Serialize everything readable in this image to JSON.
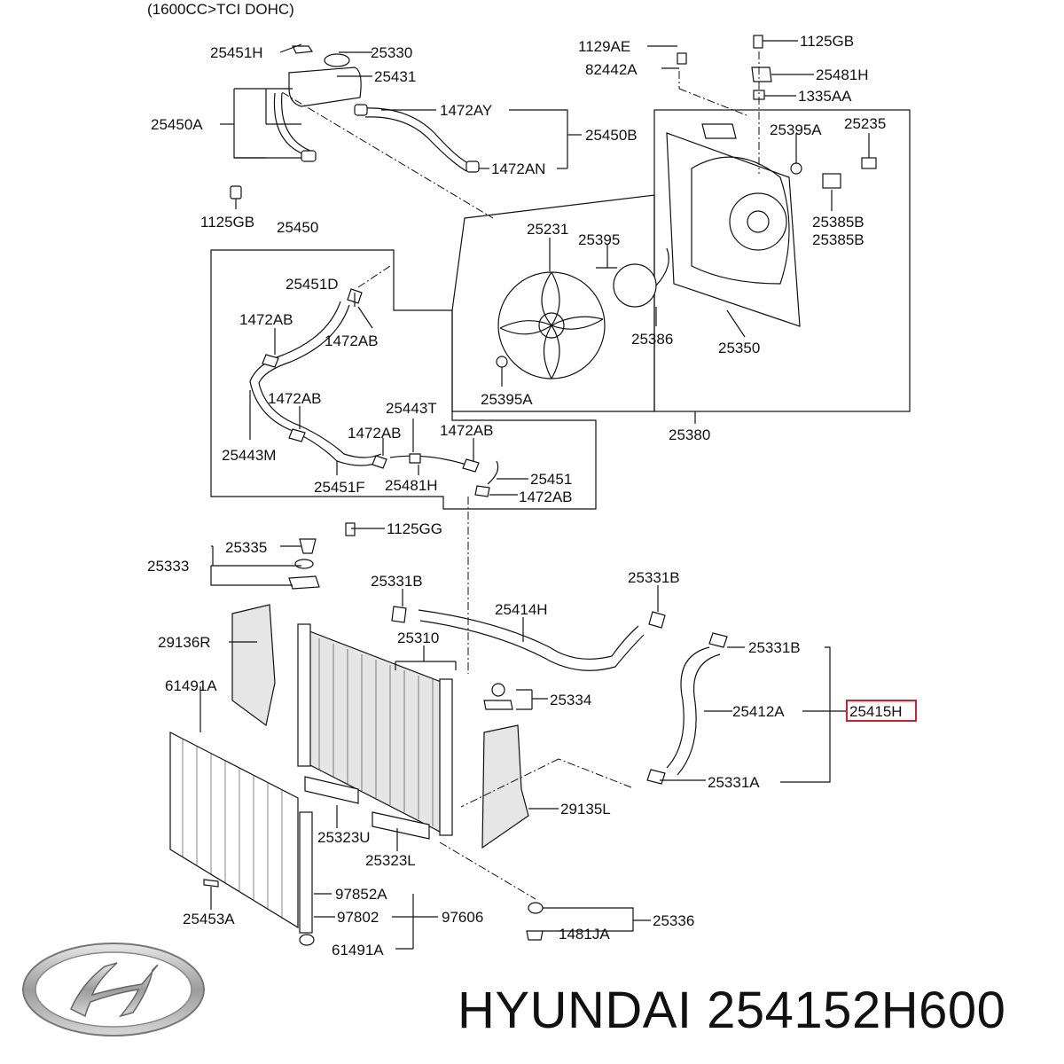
{
  "diagram": {
    "header": "(1600CC>TCI DOHC)",
    "highlighted_part": "25415H",
    "highlight_color": "#d21f2b",
    "labels": [
      "25451H",
      "25330",
      "25431",
      "25450A",
      "1472AY",
      "25450B",
      "1472AN",
      "1125GB",
      "1129AE",
      "1125GB",
      "82442A",
      "25481H",
      "1335AA",
      "25395A",
      "25235",
      "25385B",
      "25385B",
      "25450",
      "25231",
      "25395",
      "25451D",
      "1472AB",
      "1472AB",
      "25386",
      "25350",
      "1472AB",
      "25443T",
      "25395A",
      "25380",
      "1472AB",
      "1472AB",
      "25443M",
      "25451",
      "25451F",
      "25481H",
      "1472AB",
      "1125GG",
      "25335",
      "25333",
      "25331B",
      "25331B",
      "25414H",
      "29136R",
      "25310",
      "25331B",
      "61491A",
      "25334",
      "25412A",
      "25415H",
      "25331A",
      "29135L",
      "25323U",
      "25323L",
      "97852A",
      "25453A",
      "97802",
      "97606",
      "25336",
      "1481JA",
      "61491A"
    ]
  },
  "footer": {
    "brand": "HYUNDAI",
    "part_number": "254152H600",
    "logo_icon": "hyundai-logo-icon"
  }
}
